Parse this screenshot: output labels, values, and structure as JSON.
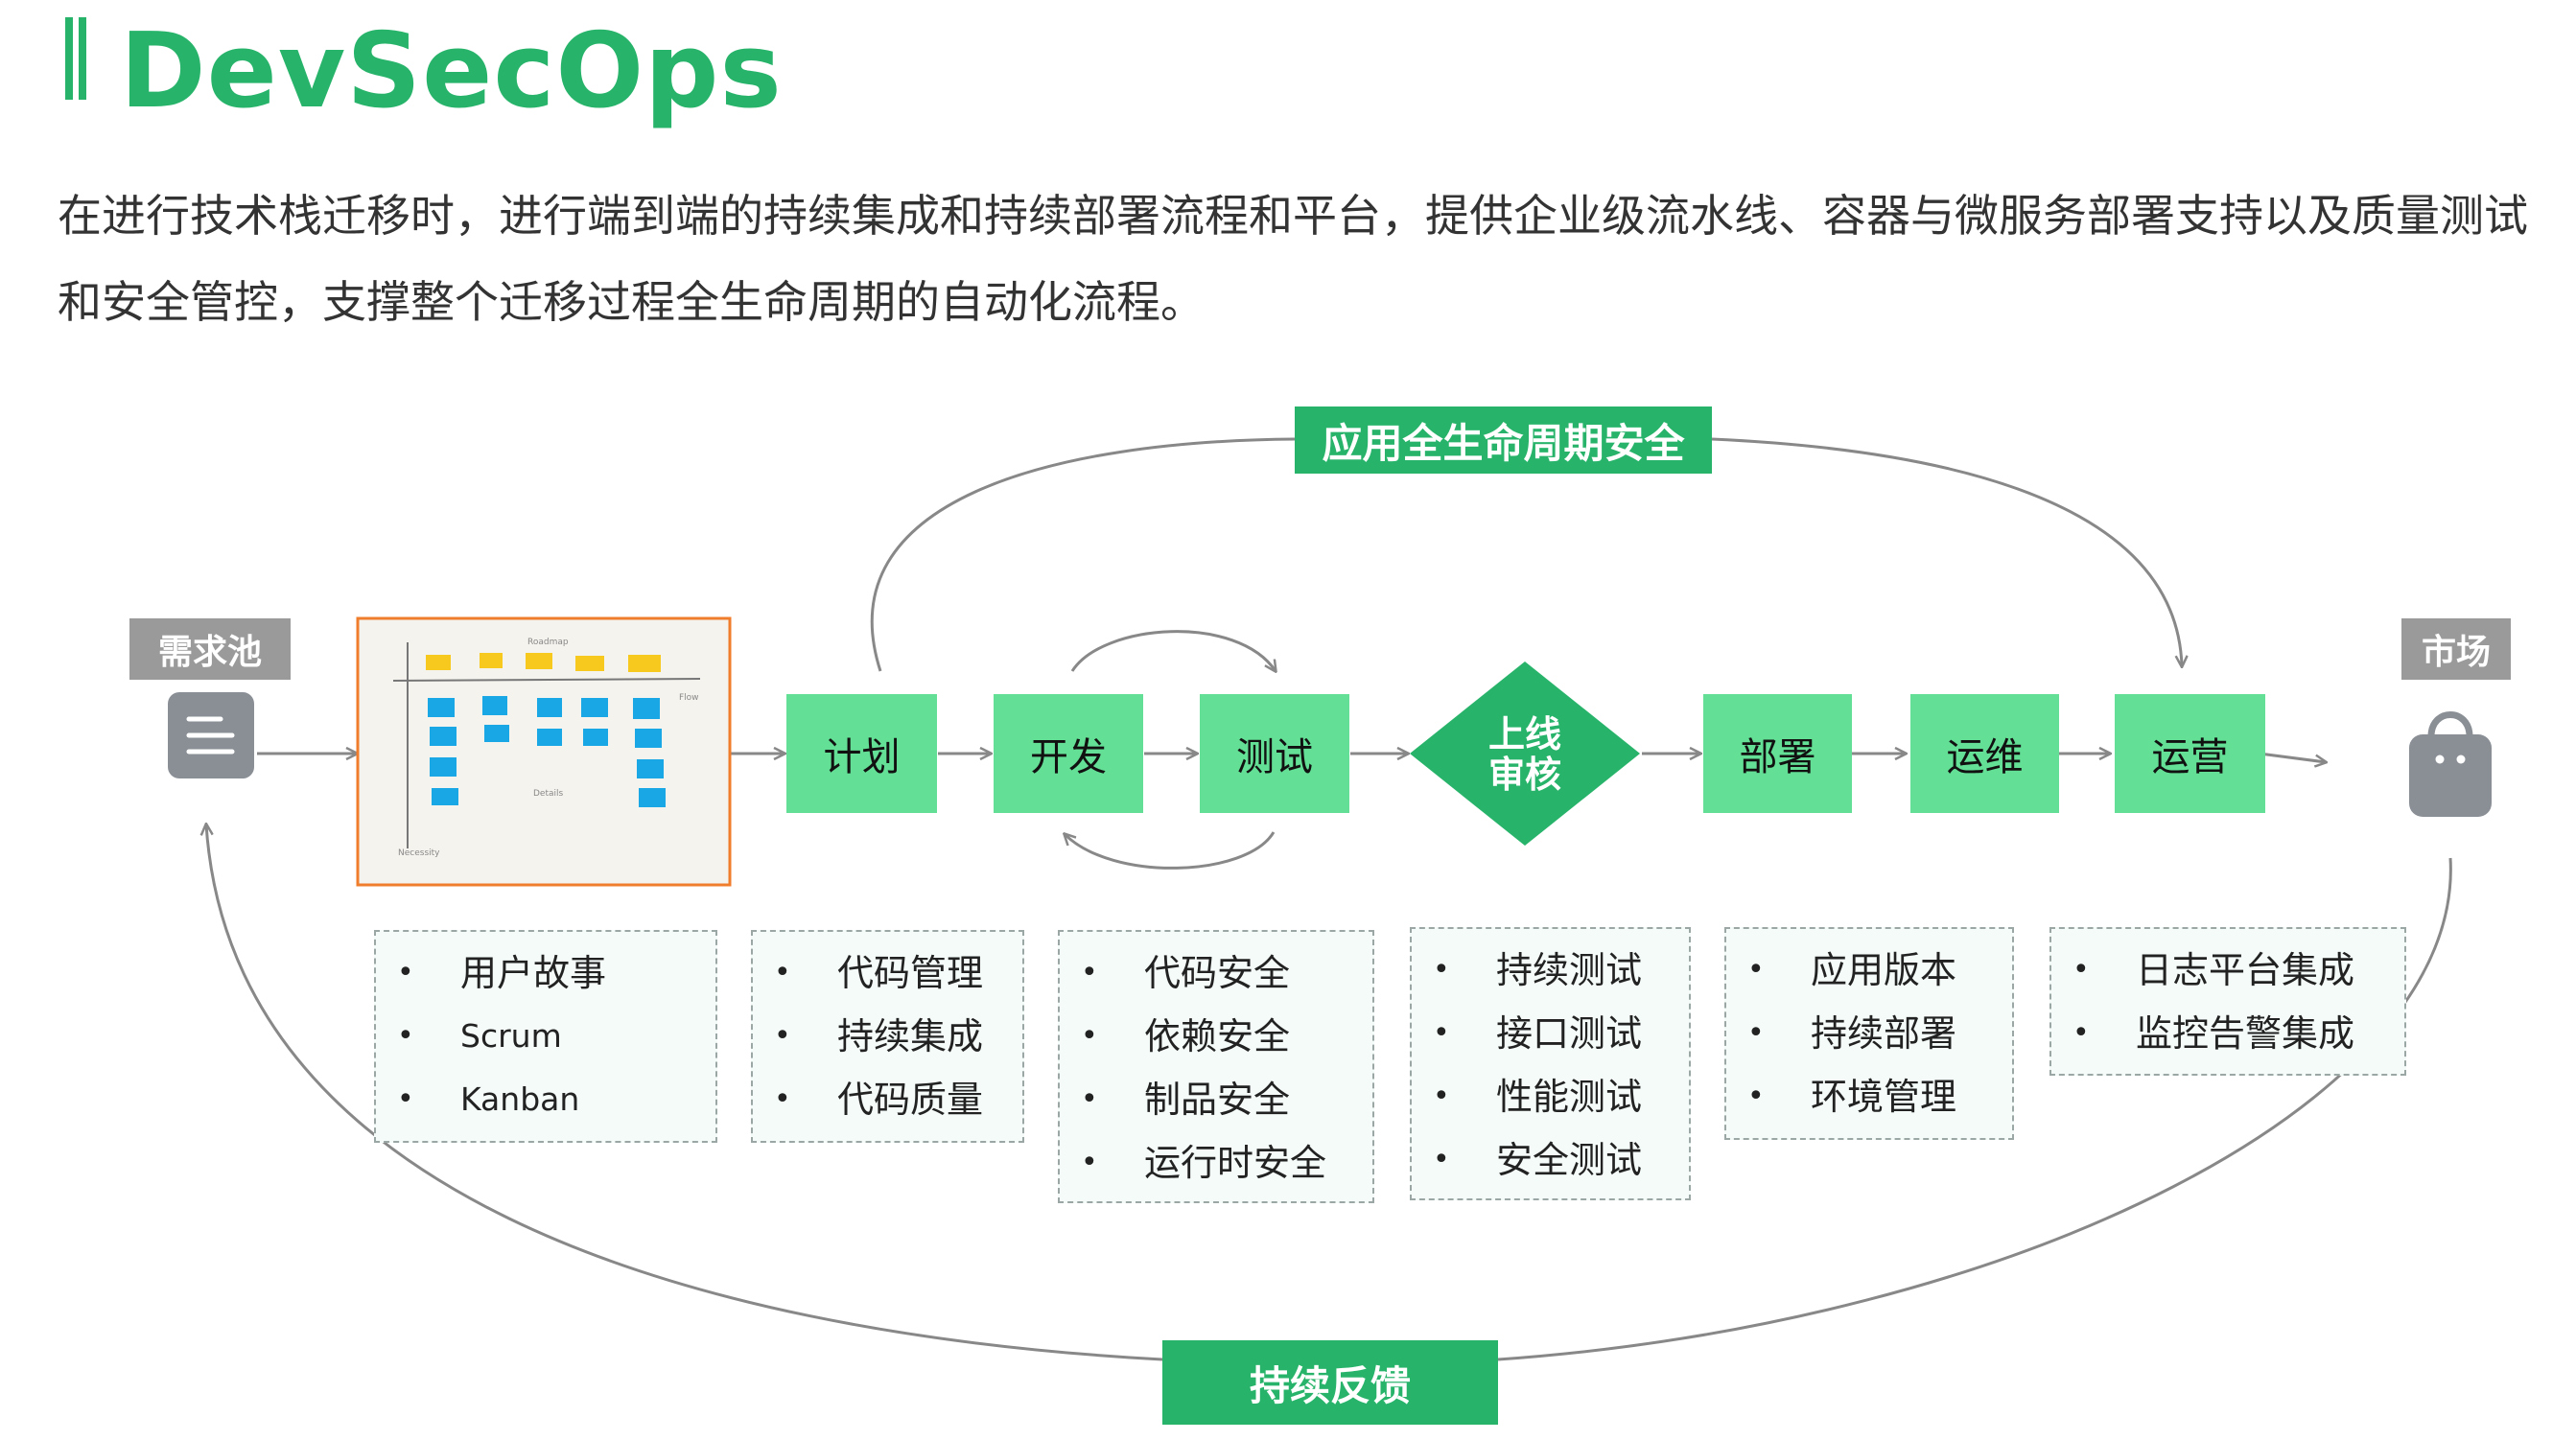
{
  "header": {
    "title": "DevSecOps",
    "description": "在进行技术栈迁移时，进行端到端的持续集成和持续部署流程和平台，提供企业级流水线、容器与微服务部署支持以及质量测试和安全管控，支撑整个迁移过程全生命周期的自动化流程。"
  },
  "labels": {
    "security": "应用全生命周期安全",
    "feedback": "持续反馈",
    "backlog": "需求池",
    "market": "市场"
  },
  "steps": {
    "plan": "计划",
    "develop": "开发",
    "test": "测试",
    "release_line1": "上线",
    "release_line2": "审核",
    "deploy": "部署",
    "ops": "运维",
    "operate": "运营"
  },
  "boxes": {
    "planning": [
      "用户故事",
      "Scrum",
      "Kanban"
    ],
    "code": [
      "代码管理",
      "持续集成",
      "代码质量"
    ],
    "security": [
      "代码安全",
      "依赖安全",
      "制品安全",
      "运行时安全"
    ],
    "testing": [
      "持续测试",
      "接口测试",
      "性能测试",
      "安全测试"
    ],
    "deployment": [
      "应用版本",
      "持续部署",
      "环境管理"
    ],
    "monitoring": [
      "日志平台集成",
      "监控告警集成"
    ]
  },
  "colors": {
    "brand": "#27b46a",
    "step": "#63df96",
    "gray_tag": "#9a9a9a",
    "icon": "#8a8f96",
    "board_border": "#f07d2c",
    "sticky_yellow": "#f7c81e",
    "sticky_blue": "#1aa7e6"
  },
  "icons": {
    "backlog": "list-icon",
    "market": "shopping-bag-icon"
  }
}
